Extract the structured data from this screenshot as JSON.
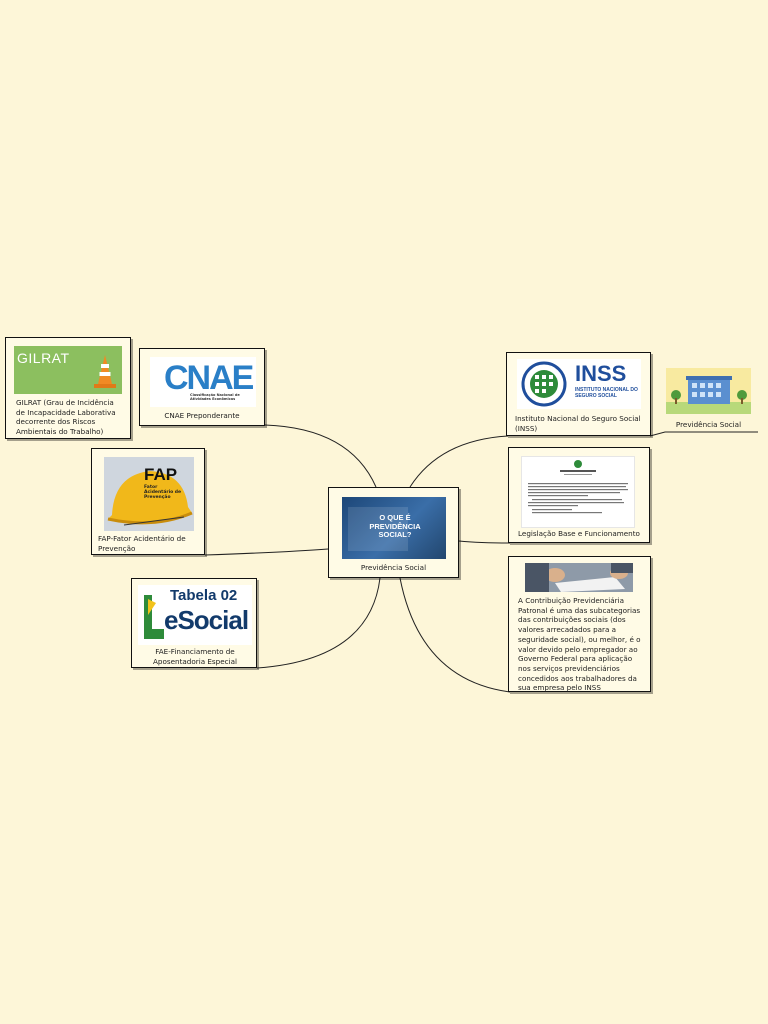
{
  "center": {
    "image_text": "O QUE É PREVIDÊNCIA SOCIAL?",
    "caption": "Previdência Social"
  },
  "nodes": {
    "gilrat": {
      "image_title": "GILRAT",
      "caption": "GILRAT (Grau de Incidência de Incapacidade Laborativa decorrente dos Riscos Ambientais do Trabalho)"
    },
    "cnae": {
      "logo_text": "CNAE",
      "logo_sub": "Classificação Nacional de Atividades Econômicas",
      "caption": "CNAE Preponderante"
    },
    "fap": {
      "logo_text": "FAP",
      "logo_sub": "Fator Acidentário de Prevenção",
      "caption": "FAP-Fator Acidentário de Prevenção"
    },
    "esocial": {
      "logo_title": "Tabela 02",
      "logo_text": "eSocial",
      "caption": "FAE-Financiamento de Aposentadoria Especial"
    },
    "inss": {
      "logo_text": "INSS",
      "logo_sub": "INSTITUTO NACIONAL DO SEGURO SOCIAL",
      "caption": "Instituto Nacional do Seguro Social (INSS)"
    },
    "previdencia_right": {
      "caption": "Previdência Social"
    },
    "legislacao": {
      "caption": "Legislação Base e Funcionamento"
    },
    "contribuicao": {
      "caption": "A Contribuição Previdenciária Patronal é uma das subcategorias das contribuições sociais (dos valores arrecadados para a seguridade social), ou melhor, é o valor devido pelo empregador ao Governo Federal para aplicação nos serviços previdenciários concedidos aos trabalhadores da sua empresa pelo INSS"
    }
  },
  "colors": {
    "background": "#fdf6d8",
    "card": "#fffbe6",
    "inss_blue": "#1f4e9c",
    "inss_green": "#2e8b3a",
    "center_blue": "#2a5a94"
  }
}
